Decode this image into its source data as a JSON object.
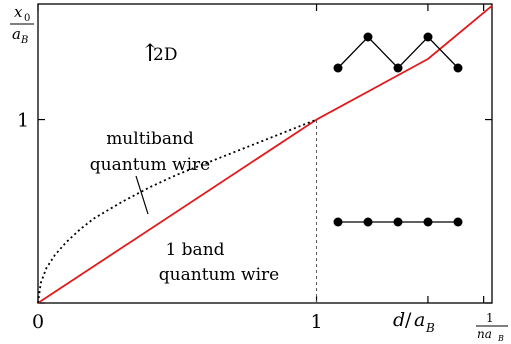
{
  "chart_data": {
    "type": "line",
    "xlim": [
      0,
      1.63
    ],
    "ylim": [
      0,
      1.63
    ],
    "x_ticks": [
      {
        "value": 0,
        "label": "0"
      },
      {
        "value": 1,
        "label": "1"
      },
      {
        "value": 1.4,
        "label": ""
      },
      {
        "value": 1.6,
        "label": ""
      }
    ],
    "y_ticks": [
      {
        "value": 0,
        "label": ""
      },
      {
        "value": 1,
        "label": "1"
      }
    ],
    "x_axis_labels": {
      "d_over_aB": {
        "num": "d",
        "sep": "/",
        "den": "a",
        "sub": "B"
      },
      "inv_naB": {
        "num": "1",
        "den": "na",
        "sub": "B"
      }
    },
    "y_axis_label": {
      "num": "x",
      "num_sub": "0",
      "den": "a",
      "den_sub": "B"
    },
    "series": [
      {
        "key": "one_band",
        "style": "solid",
        "color": "#e31a1c",
        "x": [
          0,
          1.0,
          1.4,
          1.63
        ],
        "y": [
          0,
          1.0,
          1.33,
          1.62
        ]
      },
      {
        "key": "multiband",
        "style": "dotted",
        "color": "#000000",
        "x": [
          0,
          0.01,
          0.03,
          0.06,
          0.1,
          0.15,
          0.2,
          0.3,
          0.4,
          0.5,
          0.6,
          0.7,
          0.8,
          0.9,
          1.0
        ],
        "y": [
          0,
          0.11,
          0.19,
          0.26,
          0.33,
          0.4,
          0.46,
          0.55,
          0.63,
          0.7,
          0.76,
          0.82,
          0.88,
          0.94,
          1.0
        ]
      }
    ],
    "reference_line": {
      "x": 1,
      "y_from": 0,
      "y_to": 1,
      "style": "dashed",
      "color": "#555555"
    },
    "annotations": {
      "marker_2d": {
        "arrow": "↑",
        "text": "2D"
      },
      "multiband_line1": "multiband",
      "multiband_line2": "quantum wire",
      "oneband_line1": "1 band",
      "oneband_line2": "quantum wire"
    },
    "grid": false,
    "legend": "none"
  },
  "colors": {
    "one_band": "#e31a1c",
    "multiband": "#000000",
    "frame": "#000000",
    "chain_dot": "#000000"
  }
}
